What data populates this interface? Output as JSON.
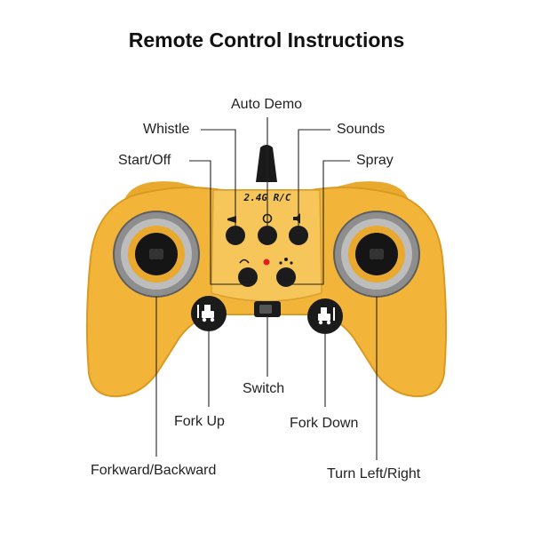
{
  "title": "Remote Control Instructions",
  "remote": {
    "badge_text": "2.4G R/C",
    "colors": {
      "body": "#F2B53A",
      "body_shadow": "#D99A22",
      "panel": "#F6C65A",
      "button": "#1b1b1b",
      "ring": "#9a9a9a",
      "led": "#e02020",
      "line": "#222222"
    },
    "icons": [
      "horn-icon",
      "fan-icon",
      "speaker-icon",
      "start-icon",
      "spray-icon",
      "forklift-up-icon",
      "forklift-down-icon"
    ]
  },
  "labels": {
    "auto_demo": "Auto Demo",
    "whistle": "Whistle",
    "sounds": "Sounds",
    "start_off": "Start/Off",
    "spray": "Spray",
    "switch": "Switch",
    "fork_up": "Fork Up",
    "fork_down": "Fork Down",
    "forward_backward": "Forkward/Backward",
    "turn_left_right": "Turn Left/Right"
  }
}
